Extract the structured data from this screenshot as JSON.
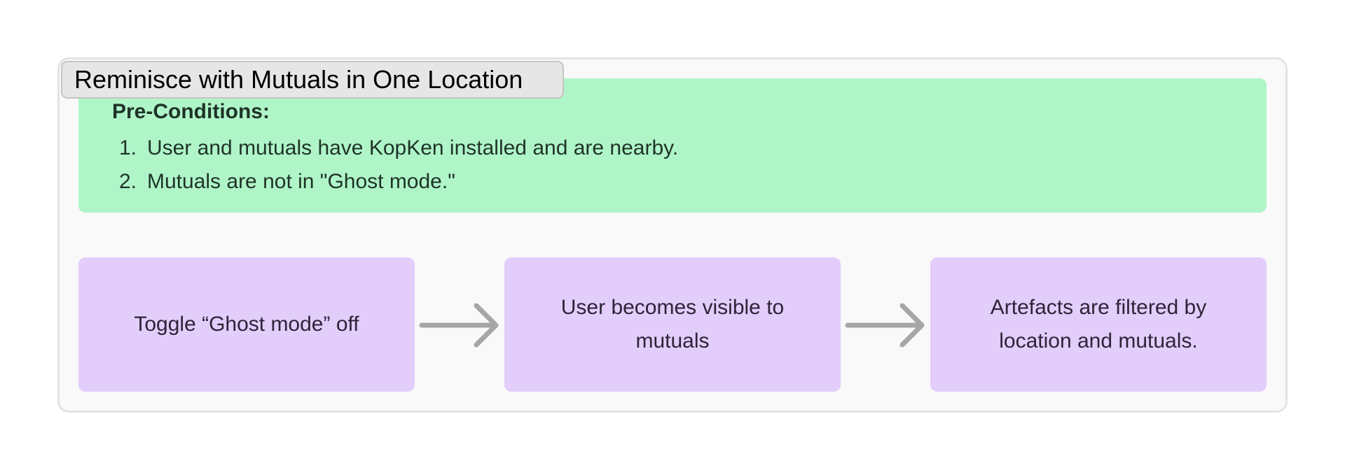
{
  "title": "Reminisce with Mutuals in One Location",
  "preconditions": {
    "heading": "Pre-Conditions:",
    "items": [
      {
        "number": "1.",
        "text": "User and mutuals have KopKen installed and are nearby."
      },
      {
        "number": "2.",
        "text": "Mutuals are not in \"Ghost mode.\""
      }
    ]
  },
  "steps": [
    {
      "label": "Toggle “Ghost mode” off"
    },
    {
      "label": "User becomes visible to mutuals"
    },
    {
      "label": "Artefacts are filtered by location and mutuals."
    }
  ],
  "colors": {
    "precondition_fill": "#aff5c8",
    "step_fill": "#e3cdfb",
    "arrow": "#a6a6a6",
    "frame_fill": "#f9f9f9",
    "title_fill": "#e6e6e6"
  }
}
